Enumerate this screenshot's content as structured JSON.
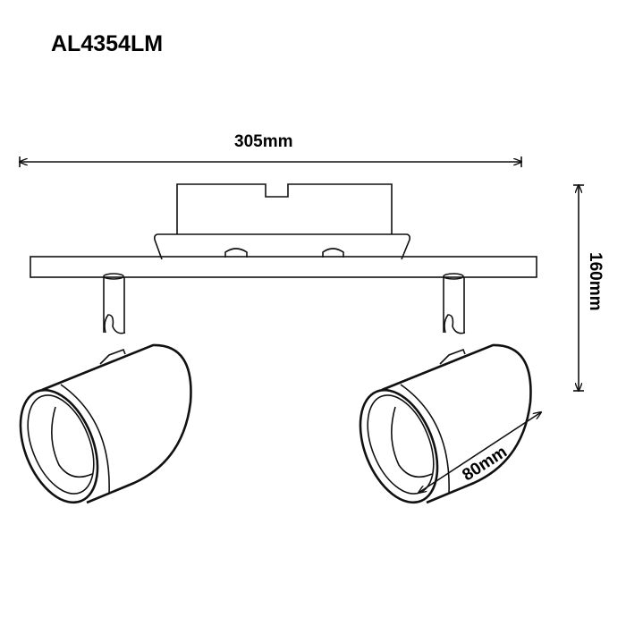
{
  "title": "AL4354LM",
  "dimensions": {
    "width": "305mm",
    "height": "160mm",
    "depth": "80mm"
  }
}
